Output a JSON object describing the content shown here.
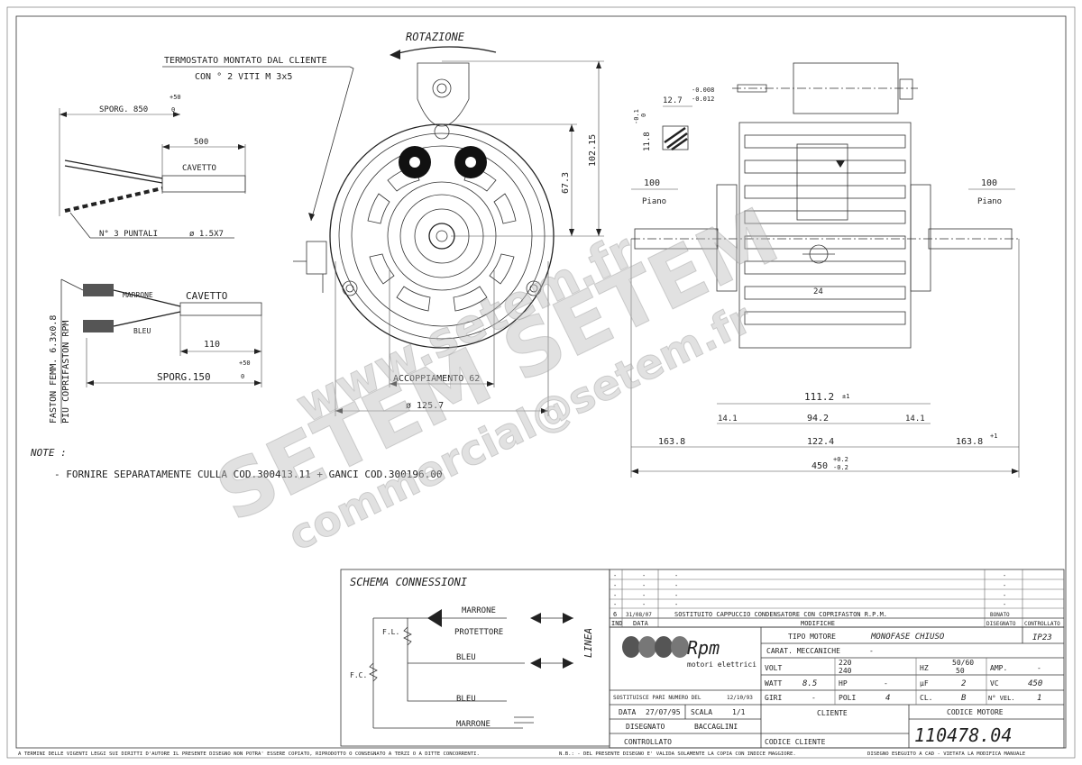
{
  "drawing": {
    "rotation_label": "ROTAZIONE",
    "thermostat_note": "TERMOSTATO MONTATO DAL CLIENTE",
    "thermostat_note2": "CON ° 2 VITI M 3x5",
    "sporg_850": "SPORG. 850",
    "tol_plus50": "+50",
    "tol_zero": "0",
    "dim_500": "500",
    "cavetto": "CAVETTO",
    "puntali": "N° 3 PUNTALI",
    "puntali_dia": "ø 1.5X7",
    "faston_note": "FASTON FEMM. 6.3x0.8",
    "faston_note2": "PIU COPRIFASTON RPM",
    "marrone": "MARRONE",
    "bleu": "BLEU",
    "cavetto2": "CAVETTO",
    "dim_110": "110",
    "sporg_150": "SPORG.150",
    "accoppiamento": "ACCOPPIAMENTO 62",
    "dia_1257": "ø 125.7",
    "dim_6073": "67.3",
    "dim_10215": "102.15",
    "shaft_127": "12.7",
    "shaft_tol1": "-0.008",
    "shaft_tol2": "-0.012",
    "shaft_118": "11.8",
    "shaft_tol3": "-0.1",
    "shaft_tol4": "0",
    "piano_100_left": "100",
    "piano_left": "Piano",
    "piano_100_right": "100",
    "piano_right": "Piano",
    "dim_24": "24",
    "dim_1112": "111.2",
    "tol_pm1": "±1",
    "dim_141a": "14.1",
    "dim_942": "94.2",
    "dim_141b": "14.1",
    "dim_1638a": "163.8",
    "dim_1224": "122.4",
    "dim_1638b": "163.8",
    "tol_p1": "+1",
    "dim_450": "450",
    "tol_450a": "+0.2",
    "tol_450b": "-0.2",
    "note_label": "NOTE :",
    "note_text": "- FORNIRE SEPARATAMENTE CULLA COD.300413.11 + GANCI COD.300196.00"
  },
  "schema": {
    "title": "SCHEMA CONNESSIONI",
    "marrone_top": "MARRONE",
    "protettore": "PROTETTORE",
    "bleu_mid": "BLEU",
    "bleu_low": "BLEU",
    "marrone_bot": "MARRONE",
    "fl": "F.L.",
    "fc": "F.C.",
    "linea": "LINEA"
  },
  "revisions": {
    "header_ind": "IND",
    "header_data": "DATA",
    "header_modifiche": "MODIFICHE",
    "header_disegnato": "DISEGNATO",
    "header_controllato": "CONTROLLATO",
    "dash": "-",
    "rev6_ind": "6",
    "rev6_data": "31/08/07",
    "rev6_text": "SOSTITUITO CAPPUCCIO CONDENSATORE CON COPRIFASTON R.P.M.",
    "rev6_dis": "BONATO"
  },
  "titleblock": {
    "logo_text": "Rpm",
    "logo_sub": "motori elettrici",
    "sostituisce_label": "SOSTITUISCE PARI NUMERO DEL",
    "sostituisce_date": "12/10/93",
    "data_label": "DATA",
    "data_value": "27/07/95",
    "scala_label": "SCALA",
    "scala_value": "1/1",
    "disegnato_label": "DISEGNATO",
    "disegnato_value": "BACCAGLINI",
    "controllato_label": "CONTROLLATO",
    "tipo_motore_label": "TIPO MOTORE",
    "tipo_motore_value": "MONOFASE CHIUSO",
    "ip": "IP23",
    "carat_label": "CARAT. MECCANICHE",
    "carat_value": "-",
    "volt_label": "VOLT",
    "volt_v1": "220",
    "volt_v2": "240",
    "hz_label": "HZ",
    "hz_v1": "50/60",
    "hz_v2": "50",
    "amp_label": "AMP.",
    "amp_value": "-",
    "watt_label": "WATT",
    "watt_value": "8.5",
    "hp_label": "HP",
    "hp_value": "-",
    "uf_label": "µF",
    "uf_value": "2",
    "vc_label": "VC",
    "vc_value": "450",
    "giri_label": "GIRI",
    "giri_value": "-",
    "poli_label": "POLI",
    "poli_value": "4",
    "cl_label": "CL.",
    "cl_value": "B",
    "nvel_label": "N° VEL.",
    "nvel_value": "1",
    "cliente_label": "CLIENTE",
    "codice_cliente_label": "CODICE CLIENTE",
    "codice_motore_label": "CODICE MOTORE",
    "codice_motore_value": "110478.04"
  },
  "footer": {
    "left": "A TERMINI DELLE VIGENTI LEGGI SUI DIRITTI D'AUTORE IL PRESENTE DISEGNO NON POTRA' ESSERE COPIATO, RIPRODOTTO O CONSEGNATO A TERZI O A DITTE CONCORRENTI.",
    "mid": "N.B.: - DEL PRESENTE DISEGNO E' VALIDA SOLAMENTE LA COPIA CON INDICE MAGGIORE.",
    "right": "DISEGNO ESEGUITO A CAD - VIETATA LA MODIFICA MANUALE"
  },
  "watermark": {
    "w1": "www.setem.fr",
    "w2": "SETEM SETEM",
    "w3": "commercial@setem.fr"
  }
}
